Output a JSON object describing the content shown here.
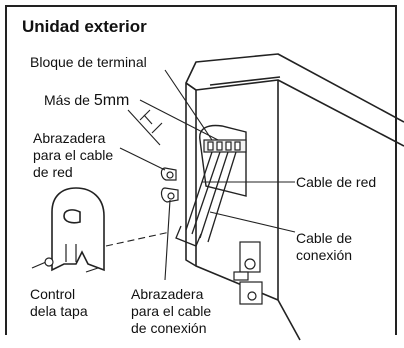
{
  "title": "Unidad exterior",
  "labels": {
    "terminal_block": "Bloque de terminal",
    "strip_length_prefix": "Más de",
    "strip_length_value": "5mm",
    "clamp_power_line1": "Abrazadera",
    "clamp_power_line2": "para el cable",
    "clamp_power_line3": "de red",
    "power_cable": "Cable de red",
    "connection_cable_line1": "Cable de",
    "connection_cable_line2": "conexión",
    "cover_control_line1": "Control",
    "cover_control_line2": "dela tapa",
    "clamp_conn_line1": "Abrazadera",
    "clamp_conn_line2": "para el cable",
    "clamp_conn_line3": "de conexión"
  }
}
